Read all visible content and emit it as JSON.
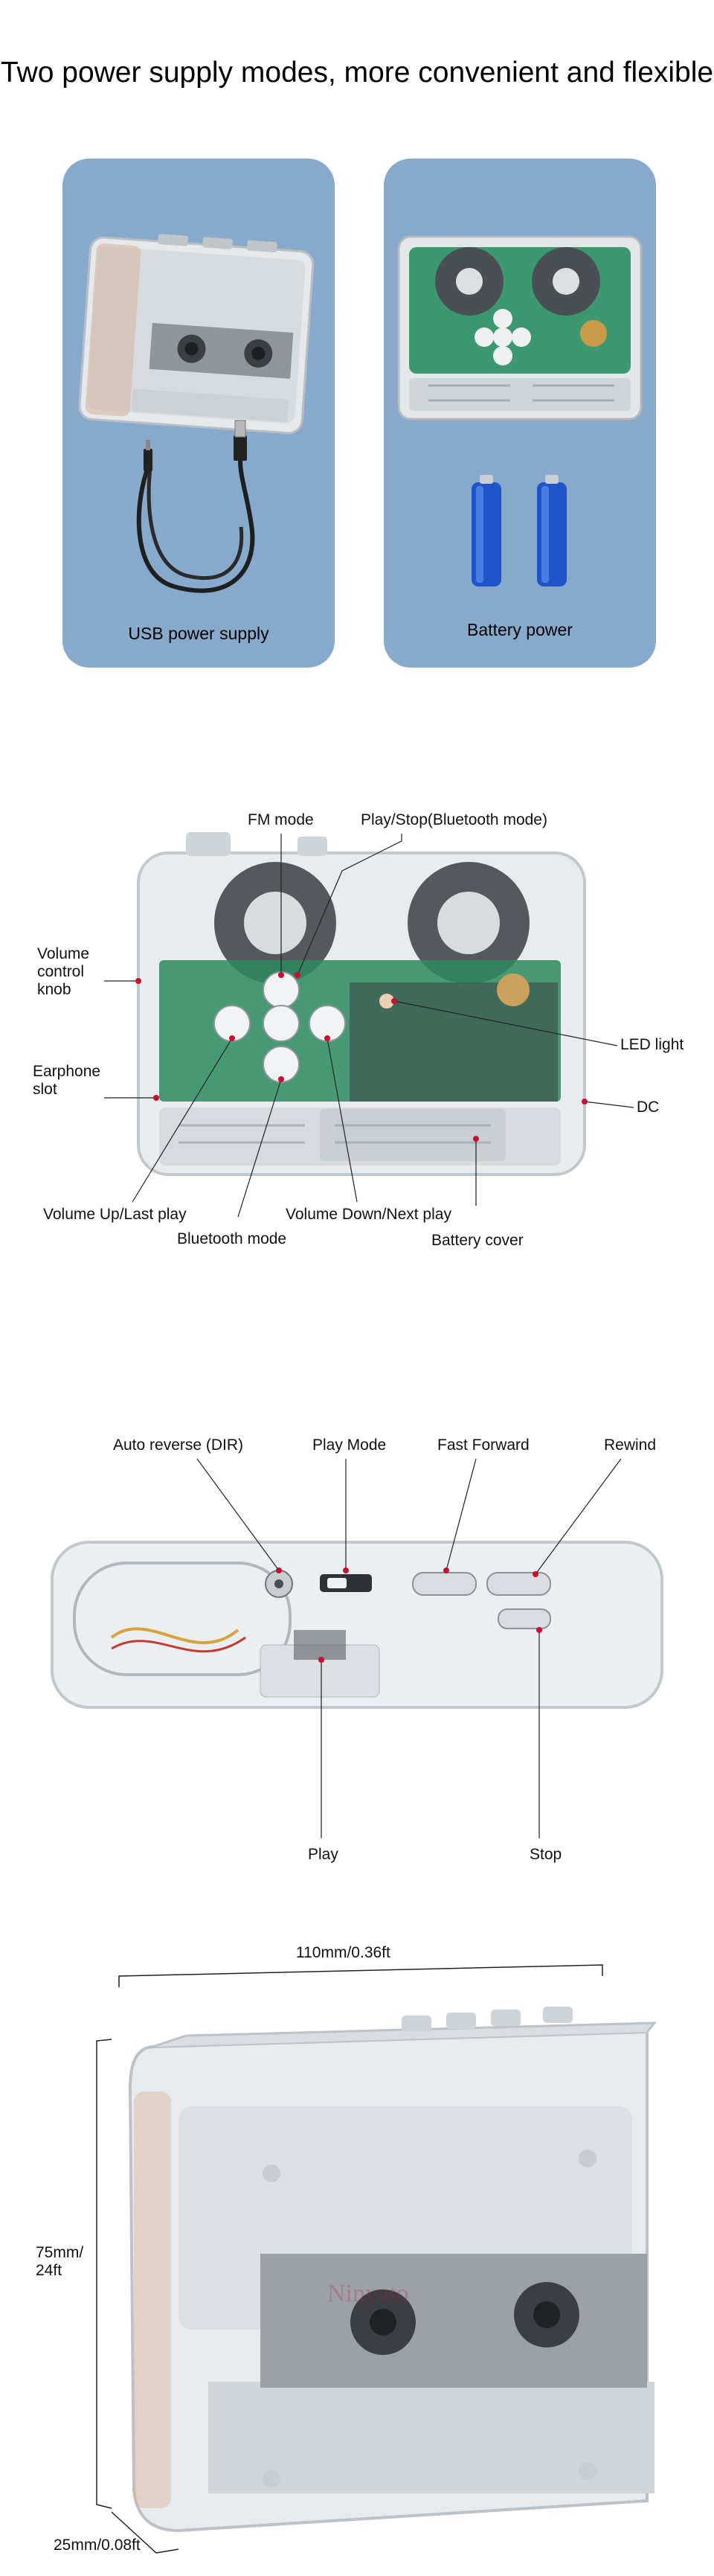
{
  "section1": {
    "title": "Two power supply modes, more convenient and flexible",
    "cards": [
      {
        "caption": "USB power supply",
        "image": "clear-cassette-player-with-usb-cable"
      },
      {
        "caption": "Battery power",
        "image": "cassette-player-internals-with-two-aa-batteries"
      }
    ]
  },
  "section2": {
    "image": "cassette-player-front-view",
    "labels": {
      "fm_mode": "FM mode",
      "play_stop": "Play/Stop(Bluetooth mode)",
      "volume_knob": "Volume control knob",
      "earphone_slot": "Earphone slot",
      "led_light": "LED light",
      "dc": "DC",
      "volume_up": "Volume Up/Last play",
      "bluetooth_mode": "Bluetooth mode",
      "volume_down": "Volume Down/Next play",
      "battery_cover": "Battery cover"
    },
    "accent_color": "#c8102e"
  },
  "section3": {
    "image": "cassette-player-top-view",
    "labels": {
      "auto_reverse": "Auto reverse (DIR)",
      "play_mode": "Play Mode",
      "fast_forward": "Fast Forward",
      "rewind": "Rewind",
      "play": "Play",
      "stop": "Stop"
    }
  },
  "section4": {
    "image": "cassette-player-dimension-view",
    "labels": {
      "width": "110mm/0.36ft",
      "height": "75mm/ 24ft",
      "depth": "25mm/0.08ft"
    },
    "watermark": "Ninyato"
  }
}
